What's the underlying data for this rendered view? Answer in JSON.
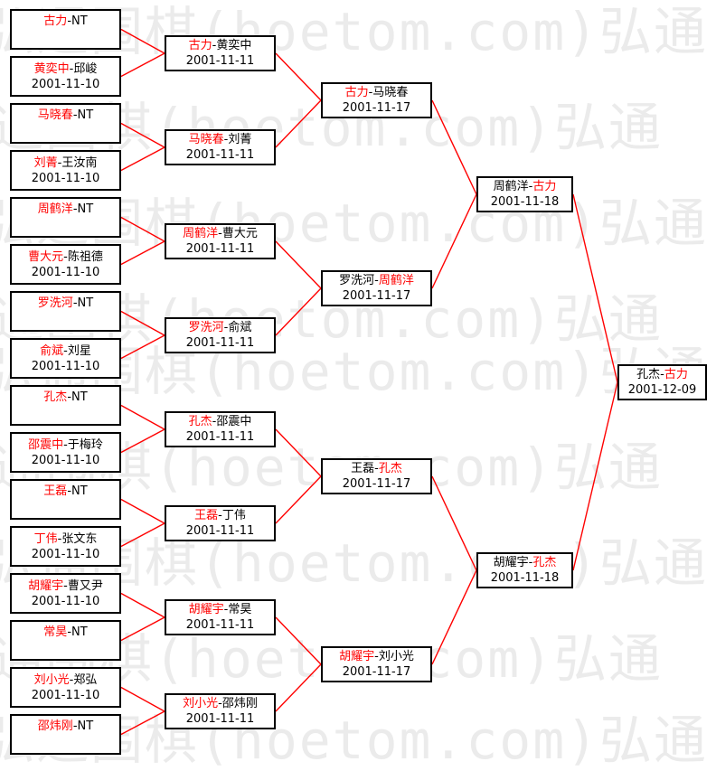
{
  "watermark": "弘通围棋(hoetom.com)弘通",
  "round1": [
    {
      "p1": "古力",
      "p2": "NT",
      "winner": 1,
      "date": ""
    },
    {
      "p1": "黄奕中",
      "p2": "邱峻",
      "winner": 1,
      "date": "2001-11-10"
    },
    {
      "p1": "马晓春",
      "p2": "NT",
      "winner": 1,
      "date": ""
    },
    {
      "p1": "刘菁",
      "p2": "王汝南",
      "winner": 1,
      "date": "2001-11-10"
    },
    {
      "p1": "周鹤洋",
      "p2": "NT",
      "winner": 1,
      "date": ""
    },
    {
      "p1": "曹大元",
      "p2": "陈祖德",
      "winner": 1,
      "date": "2001-11-10"
    },
    {
      "p1": "罗洗河",
      "p2": "NT",
      "winner": 1,
      "date": ""
    },
    {
      "p1": "俞斌",
      "p2": "刘星",
      "winner": 1,
      "date": "2001-11-10"
    },
    {
      "p1": "孔杰",
      "p2": "NT",
      "winner": 1,
      "date": ""
    },
    {
      "p1": "邵震中",
      "p2": "于梅玲",
      "winner": 1,
      "date": "2001-11-10"
    },
    {
      "p1": "王磊",
      "p2": "NT",
      "winner": 1,
      "date": ""
    },
    {
      "p1": "丁伟",
      "p2": "张文东",
      "winner": 1,
      "date": "2001-11-10"
    },
    {
      "p1": "胡耀宇",
      "p2": "曹又尹",
      "winner": 1,
      "date": "2001-11-10"
    },
    {
      "p1": "常昊",
      "p2": "NT",
      "winner": 1,
      "date": ""
    },
    {
      "p1": "刘小光",
      "p2": "郑弘",
      "winner": 1,
      "date": "2001-11-10"
    },
    {
      "p1": "邵炜刚",
      "p2": "NT",
      "winner": 1,
      "date": ""
    }
  ],
  "round2": [
    {
      "p1": "古力",
      "p2": "黄奕中",
      "winner": 1,
      "date": "2001-11-11"
    },
    {
      "p1": "马晓春",
      "p2": "刘菁",
      "winner": 1,
      "date": "2001-11-11"
    },
    {
      "p1": "周鹤洋",
      "p2": "曹大元",
      "winner": 1,
      "date": "2001-11-11"
    },
    {
      "p1": "罗洗河",
      "p2": "俞斌",
      "winner": 1,
      "date": "2001-11-11"
    },
    {
      "p1": "孔杰",
      "p2": "邵震中",
      "winner": 1,
      "date": "2001-11-11"
    },
    {
      "p1": "王磊",
      "p2": "丁伟",
      "winner": 1,
      "date": "2001-11-11"
    },
    {
      "p1": "胡耀宇",
      "p2": "常昊",
      "winner": 1,
      "date": "2001-11-11"
    },
    {
      "p1": "刘小光",
      "p2": "邵炜刚",
      "winner": 1,
      "date": "2001-11-11"
    }
  ],
  "round3": [
    {
      "p1": "古力",
      "p2": "马晓春",
      "winner": 1,
      "date": "2001-11-17"
    },
    {
      "p1": "罗洗河",
      "p2": "周鹤洋",
      "winner": 2,
      "date": "2001-11-17"
    },
    {
      "p1": "王磊",
      "p2": "孔杰",
      "winner": 2,
      "date": "2001-11-17"
    },
    {
      "p1": "胡耀宇",
      "p2": "刘小光",
      "winner": 1,
      "date": "2001-11-17"
    }
  ],
  "round4": [
    {
      "p1": "周鹤洋",
      "p2": "古力",
      "winner": 2,
      "date": "2001-11-18"
    },
    {
      "p1": "胡耀宇",
      "p2": "孔杰",
      "winner": 2,
      "date": "2001-11-18"
    }
  ],
  "final": [
    {
      "p1": "孔杰",
      "p2": "古力",
      "winner": 2,
      "date": "2001-12-09"
    }
  ],
  "colors": {
    "winner": "#ff0000",
    "line": "#ff0000",
    "border": "#000000",
    "text": "#000000",
    "watermark": "#ebebeb"
  }
}
